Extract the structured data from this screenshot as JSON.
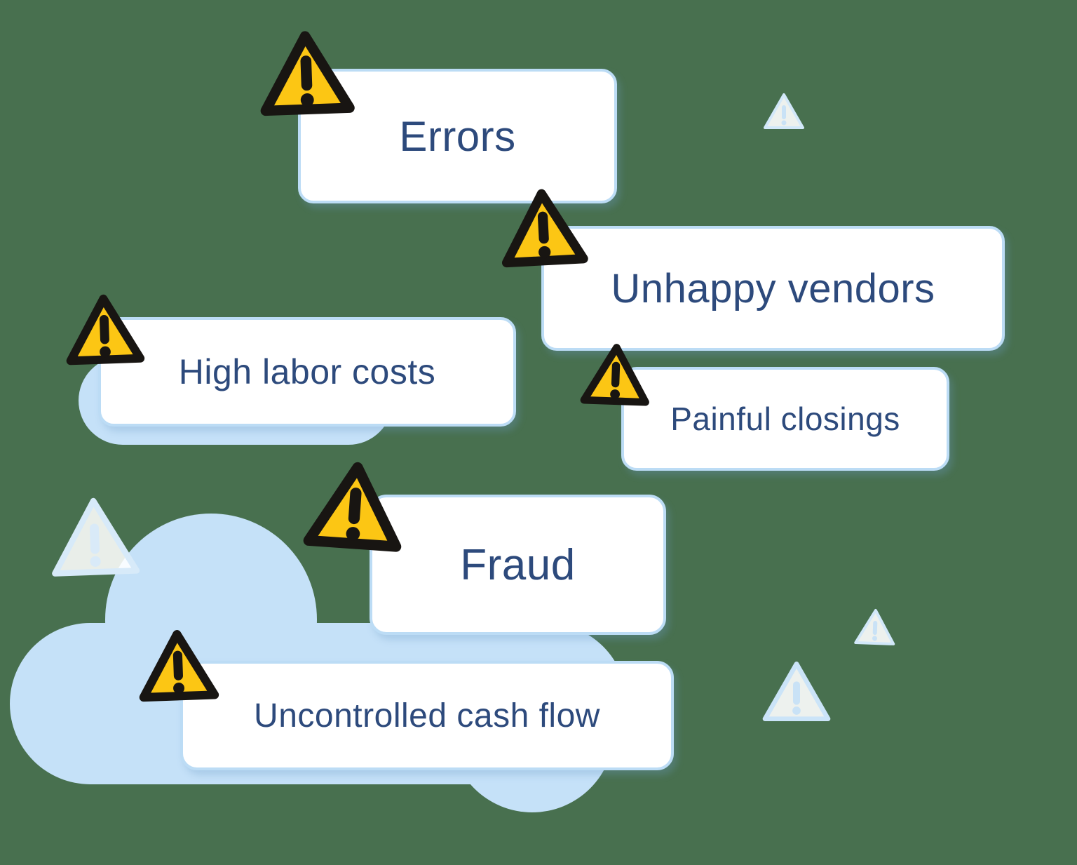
{
  "illustration": {
    "description": "Warning cards with yellow caution triangles floating over light blue clouds",
    "background_color": "#48704F",
    "colors": {
      "card_background": "#FFFFFF",
      "card_border": "#BCDCF5",
      "label_text": "#2D4A7C",
      "cloud": "#C5E1F8",
      "warning_triangle_fill": "#FCC614",
      "warning_triangle_stroke": "#181512",
      "faded_triangle_stroke": "#D2E8F9",
      "faded_triangle_mark": "#C9E2F6"
    },
    "cards": [
      {
        "label": "Errors"
      },
      {
        "label": "Unhappy vendors"
      },
      {
        "label": "High labor costs"
      },
      {
        "label": "Painful closings"
      },
      {
        "label": "Fraud"
      },
      {
        "label": "Uncontrolled cash flow"
      }
    ]
  }
}
